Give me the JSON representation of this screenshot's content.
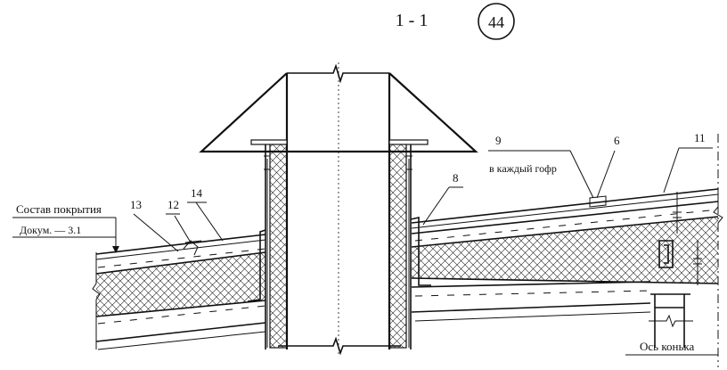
{
  "section_title": "1 - 1",
  "sheet_number": "44",
  "callouts": {
    "c9": "9",
    "c9_note": "в каждый гофр",
    "c6": "6",
    "c11": "11",
    "c8": "8",
    "c13": "13",
    "c12": "12",
    "c14": "14"
  },
  "roof_note": {
    "line1": "Состав покрытия",
    "line2": "Докум. — 3.1"
  },
  "ridge_axis": "Ось конька",
  "colors": {
    "ink": "#111111",
    "paper": "#ffffff"
  }
}
